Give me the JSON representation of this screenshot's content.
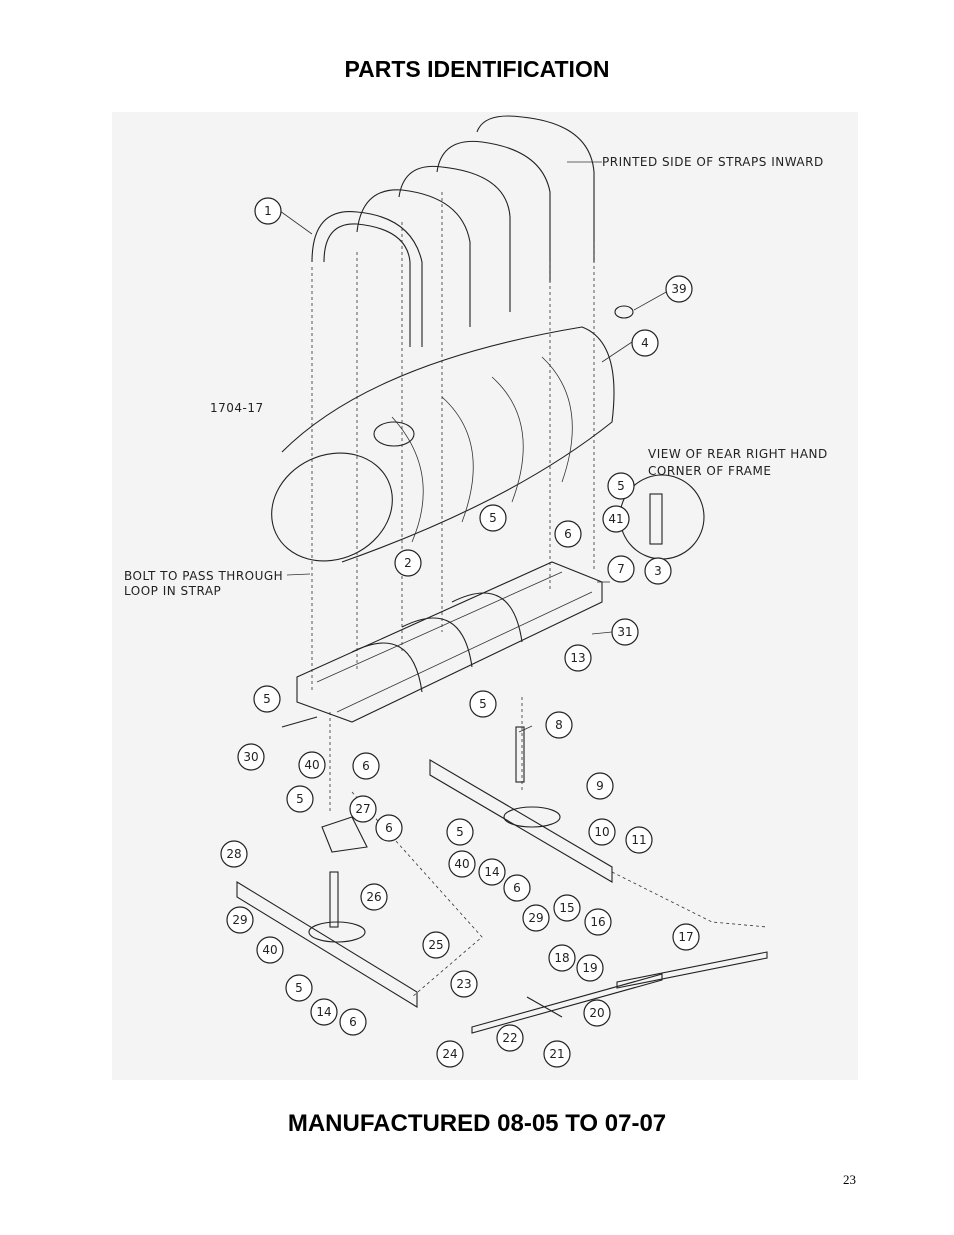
{
  "page": {
    "title": "PARTS IDENTIFICATION",
    "footer_title": "MANUFACTURED 08-05 TO 07-07",
    "page_number": "23"
  },
  "diagram": {
    "drawing_number": "1704-17",
    "notes": {
      "straps": "PRINTED SIDE OF STRAPS INWARD",
      "view_line1": "VIEW OF REAR RIGHT HAND",
      "view_line2": "CORNER OF FRAME",
      "bolt_line1": "BOLT TO PASS THROUGH",
      "bolt_line2": "LOOP IN STRAP"
    },
    "callouts": [
      "1",
      "39",
      "4",
      "5",
      "41",
      "3",
      "5",
      "6",
      "7",
      "2",
      "31",
      "13",
      "5",
      "5",
      "8",
      "30",
      "6",
      "40",
      "5",
      "27",
      "6",
      "9",
      "10",
      "11",
      "5",
      "40",
      "14",
      "6",
      "28",
      "26",
      "29",
      "29",
      "15",
      "16",
      "17",
      "40",
      "25",
      "23",
      "18",
      "19",
      "5",
      "14",
      "6",
      "20",
      "24",
      "22",
      "21"
    ]
  }
}
